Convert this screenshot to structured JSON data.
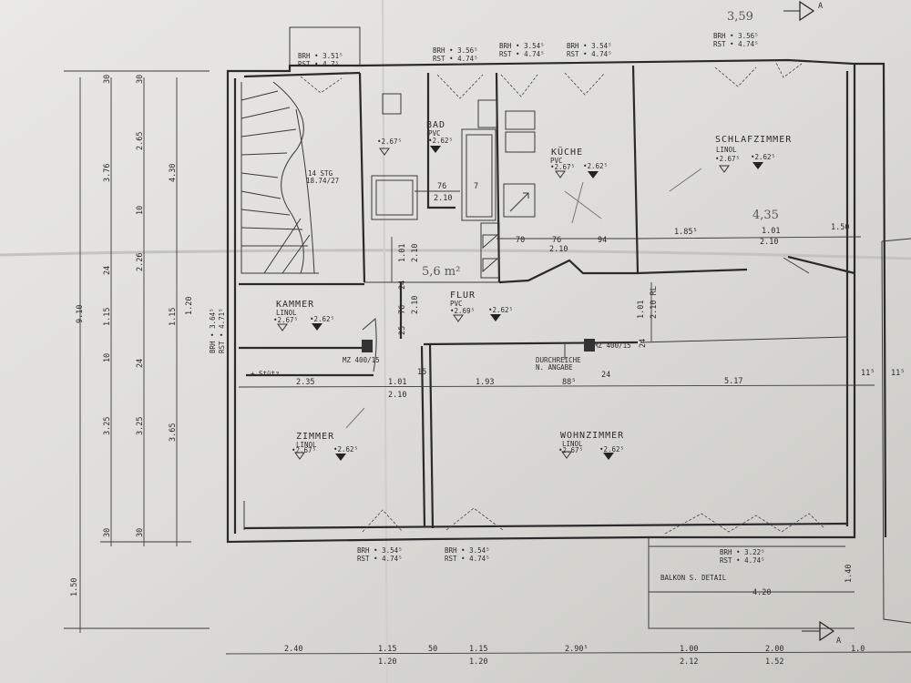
{
  "rooms": {
    "bad": {
      "name": "BAD",
      "floor": "PVC",
      "lvl1": "•2.67⁵",
      "lvl2": "•2.62⁵"
    },
    "kuche": {
      "name": "KÜCHE",
      "floor": "PVC",
      "lvl1": "•2.67⁵",
      "lvl2": "•2.62⁵"
    },
    "schlaf": {
      "name": "SCHLAFZIMMER",
      "floor": "LINOL",
      "lvl1": "•2.67⁵",
      "lvl2": "•2.62⁵"
    },
    "kammer": {
      "name": "KAMMER",
      "floor": "LINOL",
      "lvl1": "•2.67⁵",
      "lvl2": "•2.62⁵"
    },
    "flur": {
      "name": "FLUR",
      "floor": "PVC",
      "lvl1": "•2.69⁵",
      "lvl2": "•2.62⁵"
    },
    "zimmer": {
      "name": "ZIMMER",
      "floor": "LINOL",
      "lvl1": "•2.67⁵",
      "lvl2": "•2.62⁵"
    },
    "wohn": {
      "name": "WOHNZIMMER",
      "floor": "LINOL",
      "lvl1": "•2.67⁵",
      "lvl2": "•2.62⁵"
    }
  },
  "windows_top": [
    {
      "brh": "BRH • 3.51⁵",
      "rst": "RST • 4.7⁵"
    },
    {
      "brh": "BRH • 3.56⁵",
      "rst": "RST • 4.74⁵"
    },
    {
      "brh": "BRH • 3.54⁵",
      "rst": "RST • 4.74⁵"
    },
    {
      "brh": "BRH • 3.54⁵",
      "rst": "RST • 4.74⁵"
    },
    {
      "brh": "BRH • 3.56⁵",
      "rst": "RST • 4.74⁵"
    }
  ],
  "windows_bottom": [
    {
      "brh": "BRH • 3.54⁵",
      "rst": "RST • 4.74⁵"
    },
    {
      "brh": "BRH • 3.54⁵",
      "rst": "RST • 4.74⁵"
    },
    {
      "brh": "BRH • 3.22⁵",
      "rst": "RST • 4.74⁵"
    }
  ],
  "kammer_window": {
    "brh": "BRH • 3.64⁵",
    "rst": "RST • 4.71⁵"
  },
  "notes": {
    "stair": "14 STG",
    "stair2": "18.74/27",
    "durchreiche": "DURCHREICHE",
    "angabe": "N. ANGABE",
    "balkon": "BALKON S. DETAIL",
    "mz1": "MZ 400/15",
    "mz2": "MZ 400/15",
    "section_a": "A",
    "section_b": "A",
    "area": "5,6 m²",
    "hand1": "3,59",
    "hand2": "4,35",
    "hand3": "+ Stütz"
  },
  "dims_left": {
    "c1": [
      "30",
      "3.76",
      "24",
      "1.15",
      "10",
      "3.25",
      "30"
    ],
    "c2": [
      "30",
      "2.65",
      "10",
      "2.26",
      "24",
      "3.25",
      "30"
    ],
    "c3": [
      "4.30",
      "1.15",
      "1.20",
      "3.65",
      "1.50"
    ],
    "total": "9.10"
  },
  "dims_inner": {
    "bad_w": "76",
    "bad_h": "2.10",
    "bad_7": "7",
    "k1": "70",
    "k2": "76",
    "k3": "2.10",
    "k4": "94",
    "s1": "1.85⁵",
    "s2": "1.01",
    "s3": "2.10",
    "s4": "1.50",
    "f1": "1.01",
    "f2": "2.10",
    "f3": "76",
    "f4": "2.10",
    "f5": "24",
    "f6": "25",
    "f7": "1.01",
    "f8": "2.10 RL",
    "f9": "24",
    "r1": "2.35",
    "r2": "1.01",
    "r3": "2.10",
    "r4": "15",
    "r5": "1.93",
    "r6": "88⁵",
    "r7": "24",
    "r8": "5.17",
    "r9": "11⁵",
    "r10": "11⁵"
  },
  "dims_bottom": {
    "b1": "2.40",
    "b2": "1.15",
    "b3": "1.20",
    "b4": "50",
    "b5": "1.15",
    "b6": "1.20",
    "b7": "2.90⁵",
    "b8": "1.00",
    "b9": "2.12",
    "b10": "2.00",
    "b11": "1.52",
    "b12": "4.20",
    "b13": "1.40",
    "b14": "1.0"
  }
}
